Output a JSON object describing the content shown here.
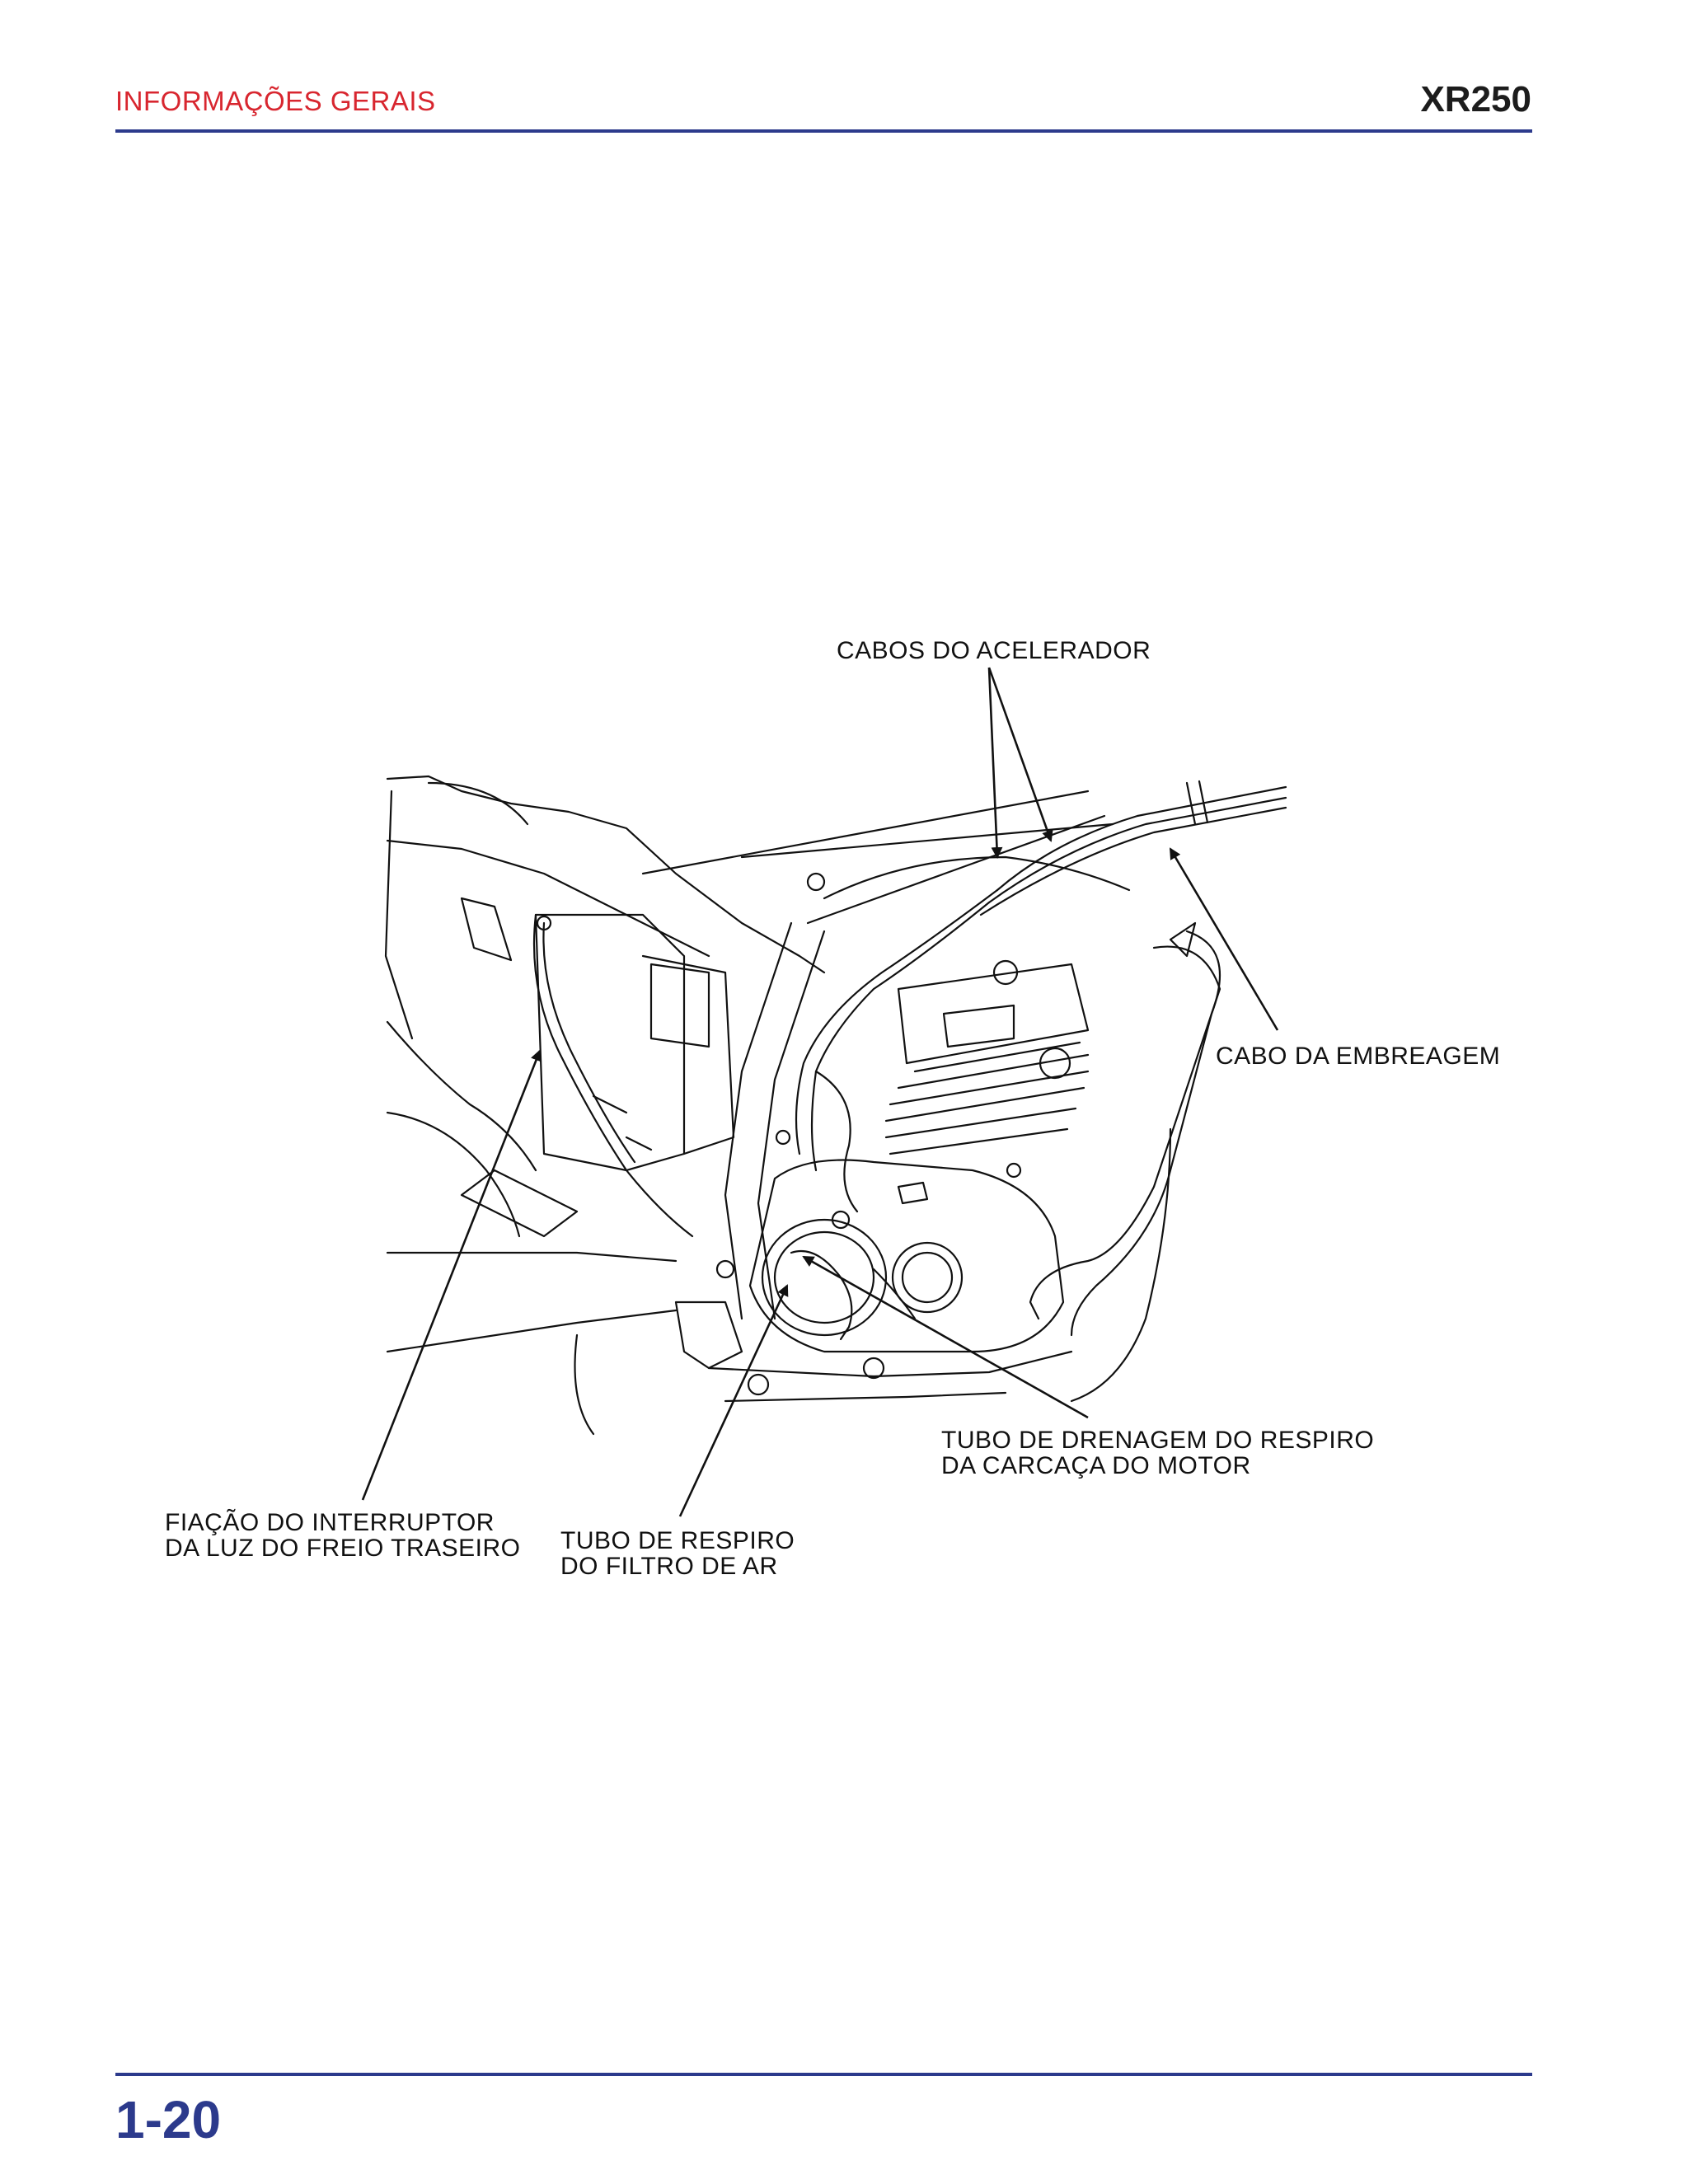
{
  "header": {
    "section_title": "INFORMAÇÕES GERAIS",
    "model": "XR250"
  },
  "figure": {
    "callouts": {
      "throttle_cables": "CABOS DO ACELERADOR",
      "clutch_cable": "CABO DA EMBREAGEM",
      "crankcase_breather_drain": [
        "TUBO DE DRENAGEM DO RESPIRO",
        "DA CARCAÇA DO MOTOR"
      ],
      "brake_switch_wire": [
        "FIAÇÃO DO INTERRUPTOR",
        "DA LUZ DO FREIO TRASEIRO"
      ],
      "air_filter_breather": [
        "TUBO DE RESPIRO",
        "DO FILTRO DE AR"
      ]
    }
  },
  "footer": {
    "page_number": "1-20"
  },
  "colors": {
    "header_red": "#d8262f",
    "rule_blue": "#2c3a8c",
    "page_number_blue": "#2c3a8c"
  }
}
